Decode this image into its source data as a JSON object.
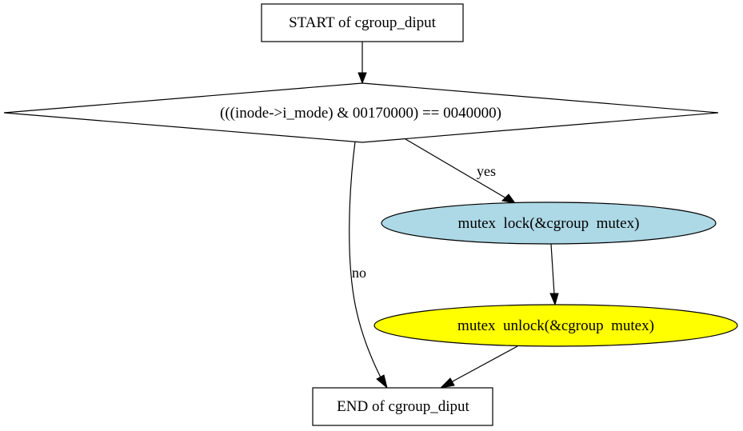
{
  "diagram": {
    "type": "flowchart",
    "nodes": {
      "start": {
        "label": "START of cgroup_diput",
        "shape": "box",
        "fill": "#FFFFFF"
      },
      "cond": {
        "label": "(((inode->i_mode) & 00170000) == 0040000)",
        "shape": "diamond",
        "fill": "#FFFFFF"
      },
      "lock": {
        "label": "mutex_lock(&cgroup_mutex)",
        "display_label": "mutex  lock(&cgroup  mutex)",
        "shape": "ellipse",
        "fill": "#ADD8E6"
      },
      "unlock": {
        "label": "mutex_unlock(&cgroup_mutex)",
        "display_label": "mutex  unlock(&cgroup  mutex)",
        "shape": "ellipse",
        "fill": "#FFFF00"
      },
      "end": {
        "label": "END of cgroup_diput",
        "shape": "box",
        "fill": "#FFFFFF"
      }
    },
    "edges": [
      {
        "from": "start",
        "to": "cond",
        "label": ""
      },
      {
        "from": "cond",
        "to": "lock",
        "label": "yes"
      },
      {
        "from": "cond",
        "to": "end",
        "label": "no"
      },
      {
        "from": "lock",
        "to": "unlock",
        "label": ""
      },
      {
        "from": "unlock",
        "to": "end",
        "label": ""
      }
    ]
  }
}
